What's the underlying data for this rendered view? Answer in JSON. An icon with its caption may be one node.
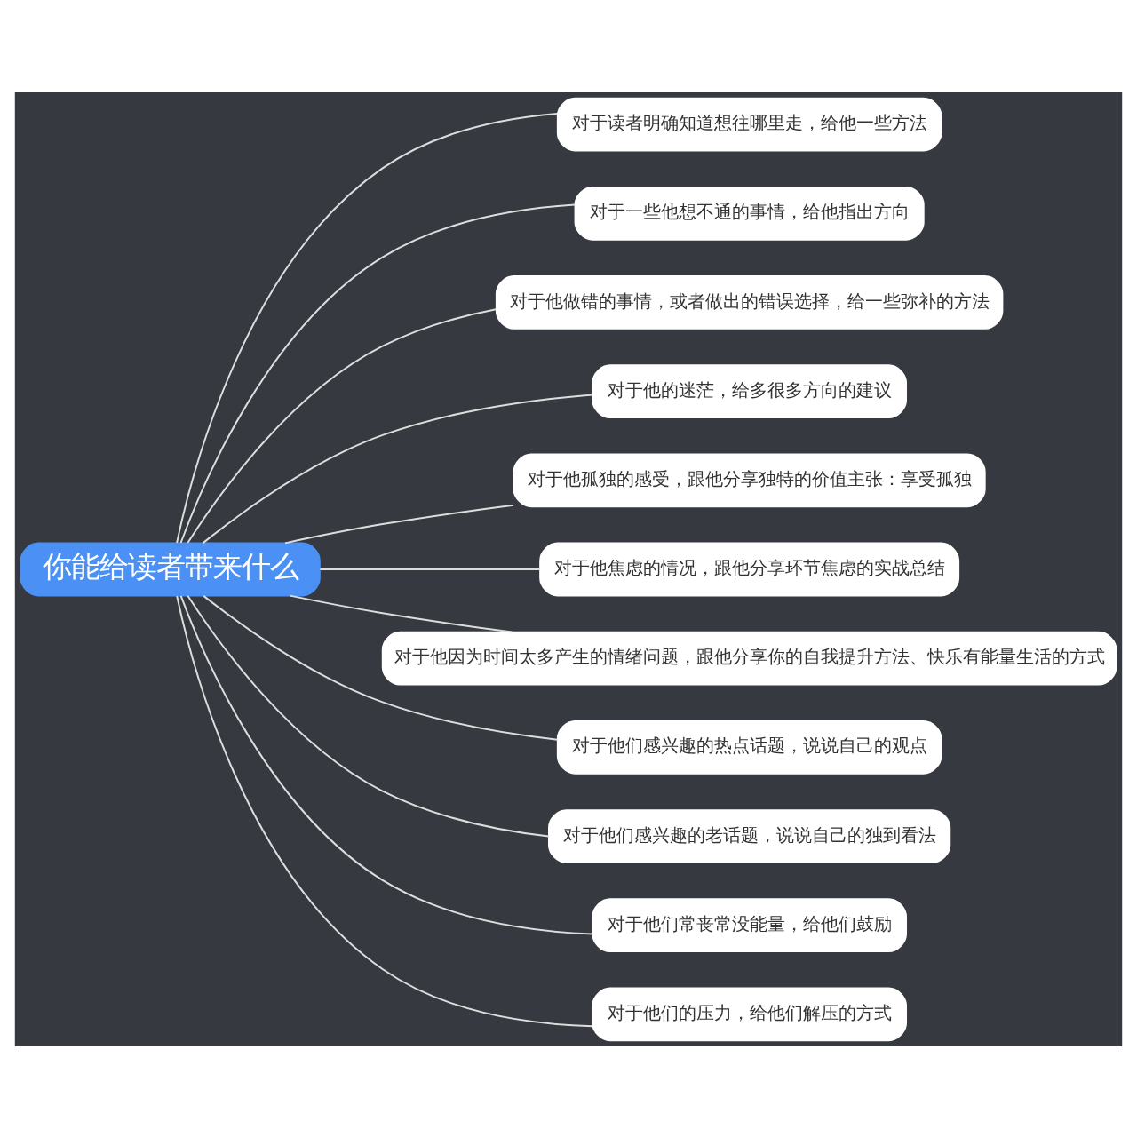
{
  "diagram": {
    "nodes": [
      {
        "text": [
          "你能给读者带来什么"
        ]
      },
      {
        "text": [
          "对于读者明确知道想往哪里走，给他一些方法"
        ]
      },
      {
        "text": [
          "对于一些他想不通的事情，给他指出方向"
        ]
      },
      {
        "text": [
          "对于他做错的事情，或者做出的错误选择，给一些弥补的方法"
        ]
      },
      {
        "text": [
          "对于他的迷茫，给多很多方向的建议"
        ]
      },
      {
        "text": [
          "对于他孤独的感受，跟他分享独特的价值主张：享受孤独"
        ]
      },
      {
        "text": [
          "对于他焦虑的情况，跟他分享环节焦虑的实战总结"
        ]
      },
      {
        "text": [
          "对于他因为时间太多产生的情绪问题，跟他分享你的自我提升方法、快乐有能量生活的方式"
        ]
      },
      {
        "text": [
          "对于他们感兴趣的热点话题，说说自己的观点"
        ]
      },
      {
        "text": [
          "对于他们感兴趣的老话题，说说自己的独到看法"
        ]
      },
      {
        "text": [
          "对于他们常丧常没能量，给他们鼓励"
        ]
      },
      {
        "text": [
          "对于他们的压力，给他们解压的方式"
        ]
      }
    ],
    "edges": [
      {
        "from": 0,
        "to": 1,
        "arrow": "none"
      },
      {
        "from": 0,
        "to": 2,
        "arrow": "none"
      },
      {
        "from": 0,
        "to": 3,
        "arrow": "none"
      },
      {
        "from": 0,
        "to": 4,
        "arrow": "none"
      },
      {
        "from": 0,
        "to": 5,
        "arrow": "none"
      },
      {
        "from": 0,
        "to": 6,
        "arrow": "none"
      },
      {
        "from": 0,
        "to": 7,
        "arrow": "none"
      },
      {
        "from": 0,
        "to": 8,
        "arrow": "none"
      },
      {
        "from": 0,
        "to": 9,
        "arrow": "none"
      },
      {
        "from": 0,
        "to": 10,
        "arrow": "none"
      },
      {
        "from": 0,
        "to": 11,
        "arrow": "none"
      }
    ]
  }
}
